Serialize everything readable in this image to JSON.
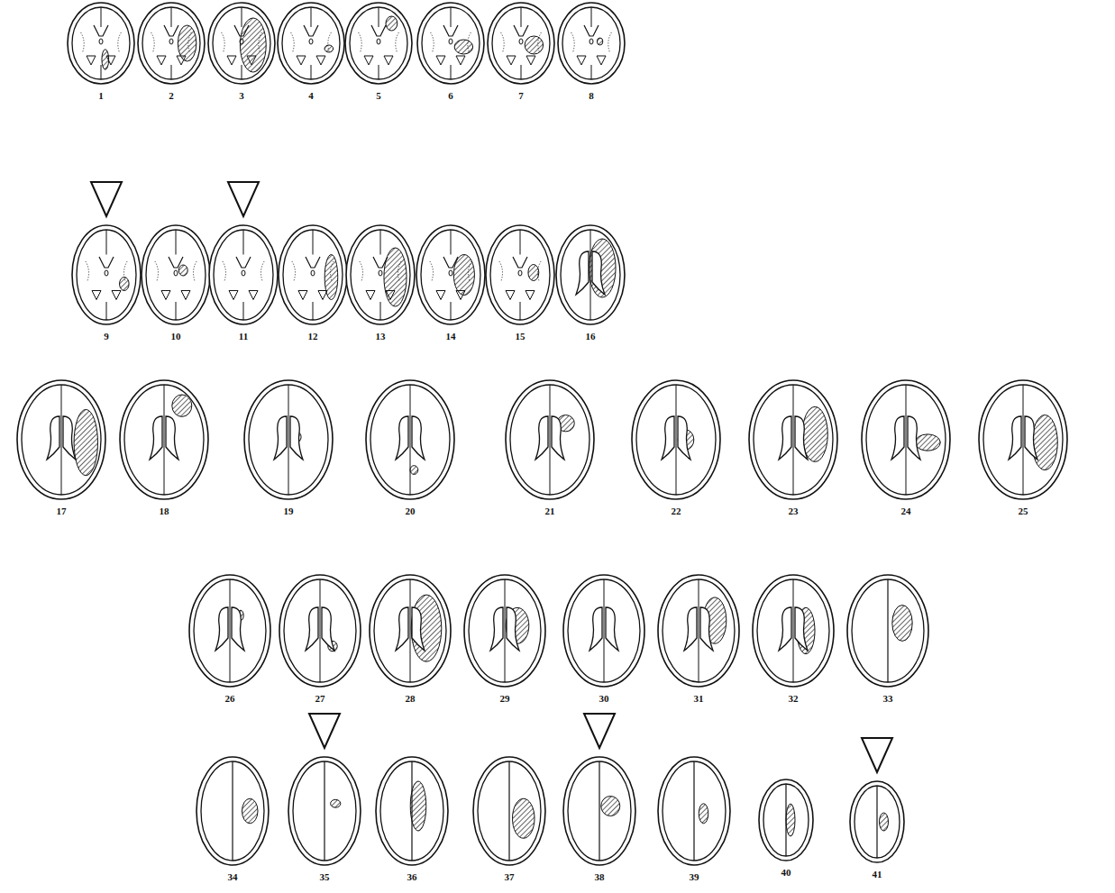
{
  "diagram": {
    "labels": [
      "1",
      "2",
      "3",
      "4",
      "5",
      "6",
      "7",
      "8",
      "9",
      "10",
      "11",
      "12",
      "13",
      "14",
      "15",
      "16",
      "17",
      "18",
      "19",
      "20",
      "21",
      "22",
      "23",
      "24",
      "25",
      "26",
      "27",
      "28",
      "29",
      "30",
      "31",
      "32",
      "33",
      "34",
      "35",
      "36",
      "37",
      "38",
      "39",
      "40",
      "41"
    ]
  }
}
